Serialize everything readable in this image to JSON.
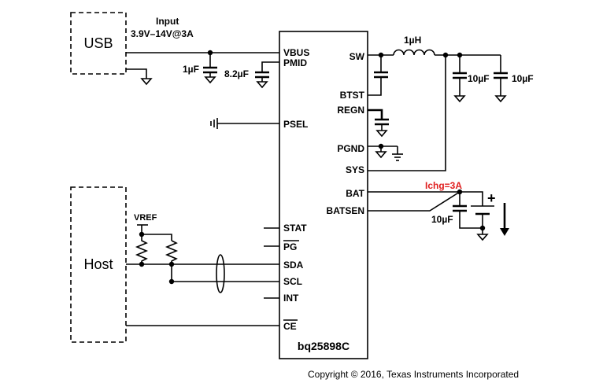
{
  "usb": {
    "label": "USB"
  },
  "host": {
    "label": "Host"
  },
  "input": {
    "title": "Input",
    "range": "3.9V–14V@3A"
  },
  "chip": {
    "name": "bq25898C",
    "pins": {
      "vbus": "VBUS",
      "pmid": "PMID",
      "psel": "PSEL",
      "stat": "STAT",
      "pg": "PG",
      "sda": "SDA",
      "scl": "SCL",
      "int": "INT",
      "ce": "CE",
      "sw": "SW",
      "btst": "BTST",
      "regn": "REGN",
      "pgnd": "PGND",
      "sys": "SYS",
      "bat": "BAT",
      "batsen": "BATSEN"
    }
  },
  "components": {
    "c_vbus": "1µF",
    "c_pmid": "8.2µF",
    "inductor": "1µH",
    "c_sys1": "10µF",
    "c_sys2": "10µF",
    "c_bat": "10µF",
    "vref": "VREF",
    "ichg": "Ichg=3A",
    "battery_plus": "+"
  },
  "copyright": "Copyright © 2016, Texas Instruments Incorporated"
}
